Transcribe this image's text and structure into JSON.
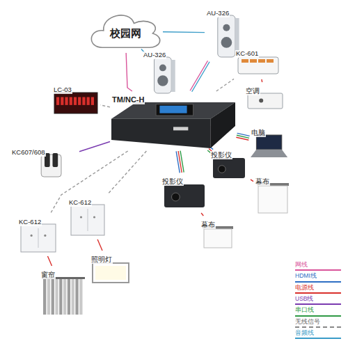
{
  "diagram": {
    "nodes": [
      {
        "text": [
          "校园网"
        ]
      },
      {
        "text": [
          "AU-326"
        ]
      },
      {
        "text": [
          "AU-326"
        ]
      },
      {
        "text": [
          "KC-601"
        ]
      },
      {
        "text": [
          "LC-03"
        ]
      },
      {
        "text": [
          "TM/NC-H"
        ]
      },
      {
        "text": [
          "空调"
        ]
      },
      {
        "text": [
          "KC607/608"
        ]
      },
      {
        "text": [
          "电脑"
        ]
      },
      {
        "text": [
          "投影仪"
        ]
      },
      {
        "text": [
          "投影仪"
        ]
      },
      {
        "text": [
          "幕布"
        ]
      },
      {
        "text": [
          "幕布"
        ]
      },
      {
        "text": [
          "KC-612"
        ]
      },
      {
        "text": [
          "KC-612"
        ]
      },
      {
        "text": [
          "窗帘"
        ]
      },
      {
        "text": [
          "照明灯"
        ]
      }
    ],
    "edges": [
      {
        "from": 0,
        "to": 5,
        "arrow": "none"
      },
      {
        "from": 0,
        "to": 1,
        "arrow": "none"
      },
      {
        "from": 0,
        "to": 2,
        "arrow": "none"
      },
      {
        "from": 2,
        "to": 5,
        "arrow": "none"
      },
      {
        "from": 5,
        "to": 3,
        "arrow": "none"
      },
      {
        "from": 3,
        "to": 6,
        "arrow": "none"
      },
      {
        "from": 5,
        "to": 4,
        "arrow": "none"
      },
      {
        "from": 5,
        "to": 7,
        "arrow": "none"
      },
      {
        "from": 5,
        "to": 8,
        "arrow": "none"
      },
      {
        "from": 5,
        "to": 9,
        "arrow": "none"
      },
      {
        "from": 5,
        "to": 10,
        "arrow": "none"
      },
      {
        "from": 10,
        "to": 11,
        "arrow": "none"
      },
      {
        "from": 9,
        "to": 12,
        "arrow": "none"
      },
      {
        "from": 5,
        "to": 13,
        "arrow": "none"
      },
      {
        "from": 5,
        "to": 14,
        "arrow": "none"
      },
      {
        "from": 13,
        "to": 15,
        "arrow": "none"
      },
      {
        "from": 14,
        "to": 16,
        "arrow": "none"
      }
    ],
    "legend": [
      {
        "text": "网线",
        "color": "#d9549a"
      },
      {
        "text": "HDMI线",
        "color": "#2f6fc4"
      },
      {
        "text": "电源线",
        "color": "#d9302c"
      },
      {
        "text": "USB线",
        "color": "#7a3bb0"
      },
      {
        "text": "串口线",
        "color": "#2f9a45"
      },
      {
        "text": "无线信号"
      },
      {
        "text": "音频线",
        "color": "#3a9cc8"
      }
    ]
  }
}
